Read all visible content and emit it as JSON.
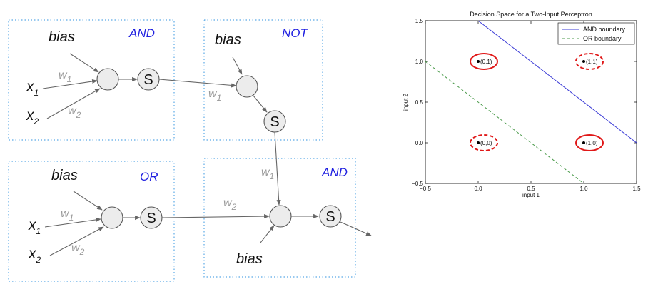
{
  "diagram": {
    "blocks": {
      "and1": {
        "gate": "AND",
        "bias": "bias",
        "x1": "x",
        "x1_sub": "1",
        "x2": "x",
        "x2_sub": "2",
        "w1": "w",
        "w1_sub": "1",
        "w2": "w",
        "w2_sub": "2",
        "sigmoid": "S"
      },
      "not": {
        "gate": "NOT",
        "bias": "bias",
        "w1": "w",
        "w1_sub": "1",
        "sigmoid": "S"
      },
      "or": {
        "gate": "OR",
        "bias": "bias",
        "x1": "x",
        "x1_sub": "1",
        "x2": "x",
        "x2_sub": "2",
        "w1": "w",
        "w1_sub": "1",
        "w2": "w",
        "w2_sub": "2",
        "sigmoid": "S"
      },
      "and2": {
        "gate": "AND",
        "bias": "bias",
        "w1": "w",
        "w1_sub": "1",
        "w2": "w",
        "w2_sub": "2",
        "sigmoid": "S"
      }
    },
    "colors": {
      "gate_label": "#1f1fe0",
      "weight_label": "#9a9a9a",
      "box_border": "#5aa9e6",
      "node_fill": "#ececec"
    }
  },
  "chart_data": {
    "type": "line",
    "title": "Decision Space for a Two-Input Perceptron",
    "xlabel": "input 1",
    "ylabel": "input 2",
    "xlim": [
      -0.5,
      1.5
    ],
    "ylim": [
      -0.5,
      1.5
    ],
    "xticks": [
      -0.5,
      0.0,
      0.5,
      1.0,
      1.5
    ],
    "yticks": [
      -0.5,
      0.0,
      0.5,
      1.0,
      1.5
    ],
    "xtick_labels": [
      "−0.5",
      "0.0",
      "0.5",
      "1.0",
      "1.5"
    ],
    "ytick_labels": [
      "−0.5",
      "0.0",
      "0.5",
      "1.0",
      "1.5"
    ],
    "grid": false,
    "legend_position": "top-right",
    "series": [
      {
        "name": "AND boundary",
        "style": "solid",
        "color": "#3b3bd6",
        "x": [
          0.0,
          1.5
        ],
        "y": [
          1.5,
          0.0
        ]
      },
      {
        "name": "OR boundary",
        "style": "dashed",
        "color": "#4a9a4a",
        "x": [
          -0.5,
          1.0
        ],
        "y": [
          1.0,
          -0.5
        ]
      }
    ],
    "points": [
      {
        "label": "(0,1)",
        "x": 0,
        "y": 1,
        "ring": "solid"
      },
      {
        "label": "(1,1)",
        "x": 1,
        "y": 1,
        "ring": "dashed"
      },
      {
        "label": "(0,0)",
        "x": 0,
        "y": 0,
        "ring": "dashed"
      },
      {
        "label": "(1,0)",
        "x": 1,
        "y": 0,
        "ring": "solid"
      }
    ],
    "ring_color": "#e01818"
  }
}
